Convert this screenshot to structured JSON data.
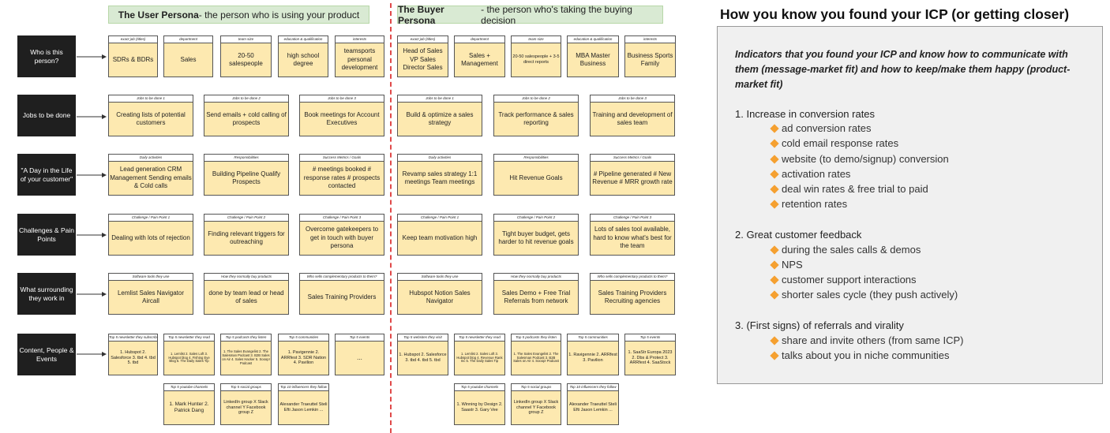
{
  "user_header": {
    "bold": "The User Persona",
    "rest": " - the person who is using your product"
  },
  "buyer_header": {
    "bold": "The Buyer Persona",
    "rest": " - the person who's taking the buying decision"
  },
  "row_labels": [
    "Who is this person?",
    "Jobs to be done",
    "\"A Day in the Life of your customer\"",
    "Challenges & Pain Points",
    "What surrounding they work in",
    "Content, People & Events"
  ],
  "user_cards": {
    "who": [
      {
        "title": "exact job (titles)",
        "text": "SDRs & BDRs"
      },
      {
        "title": "department",
        "text": "Sales"
      },
      {
        "title": "team size",
        "text": "20-50 salespeople"
      },
      {
        "title": "education & qualification",
        "text": "high school degree"
      },
      {
        "title": "interests",
        "text": "teamsports personal development"
      }
    ],
    "jobs": [
      {
        "title": "Jobs to be done 1",
        "text": "Creating lists of potential customers"
      },
      {
        "title": "Jobs to be done 2",
        "text": "Send emails + cold calling of prospects"
      },
      {
        "title": "Jobs to be done 3",
        "text": "Book meetings for Account Executives"
      }
    ],
    "day": [
      {
        "title": "Daily activities",
        "text": "Lead generation CRM Management Sending emails & Cold calls"
      },
      {
        "title": "Responsibilities",
        "text": "Building Pipeline Qualify Prospects"
      },
      {
        "title": "Success Metrics / Goals",
        "text": "# meetings booked # response rates # prospects contacted"
      }
    ],
    "pain": [
      {
        "title": "Challenge / Pain Point 1",
        "text": "Dealing with lots of rejection"
      },
      {
        "title": "Challenge / Pain Point 2",
        "text": "Finding relevant triggers for outreaching"
      },
      {
        "title": "Challenge / Pain Point 3",
        "text": "Overcome gatekeepers to get in touch with buyer persona"
      }
    ],
    "surround": [
      {
        "title": "Software tools they use",
        "text": "Lemlist Sales Navigator Aircall"
      },
      {
        "title": "How they normally buy products",
        "text": "done by team lead or head of sales"
      },
      {
        "title": "Who sells complementary products to them?",
        "text": "Sales Training Providers"
      }
    ],
    "content": [
      {
        "title": "Top 5 newsletter they subscribe",
        "text": "1. Hubspot 2. Salesforce 3. tbd 4. tbd 5. tbd"
      },
      {
        "title": "Top 5 newsletter they read",
        "text": "1. Lemlist 2. Sales Loft 3. Hubspot blog 4. Fishing Eye Blog 5. The Daily Sales Tip"
      },
      {
        "title": "Top 5 podcasts they listen",
        "text": "1. The Sales Evangelist 2. The Salesman Podcast 3. B2B Sales on Air 4. Sales Hacker 5. Sooop! Podcast"
      },
      {
        "title": "Top 5 communities",
        "text": "1. Pavigennie 2. ARRfest 3. SDR Nation 4. Pavilion"
      },
      {
        "title": "Top 5 events",
        "text": "..."
      },
      {
        "title": "Top 5 youtube channels",
        "text": "1. Mark Hunter 2. Patrick Dang"
      },
      {
        "title": "Top 5 social groups",
        "text": "LinkedIn group X Slack channel Y Facebook group Z"
      },
      {
        "title": "Top 10 influencers they follow",
        "text": "Alexander Traeuttel Steli Efti Jason Lemkin ..."
      }
    ]
  },
  "buyer_cards": {
    "who": [
      {
        "title": "exact job (titles)",
        "text": "Head of Sales VP Sales Director Sales"
      },
      {
        "title": "department",
        "text": "Sales + Management"
      },
      {
        "title": "team size",
        "text": "20-50 salespeople + 3-5 direct reports"
      },
      {
        "title": "education & qualification",
        "text": "MBA Master Business"
      },
      {
        "title": "interests",
        "text": "Business Sports Family"
      }
    ],
    "jobs": [
      {
        "title": "Jobs to be done 1",
        "text": "Build & optimize a sales strategy"
      },
      {
        "title": "Jobs to be done 2",
        "text": "Track performance & sales reporting"
      },
      {
        "title": "Jobs to be done 3",
        "text": "Training and development of sales team"
      }
    ],
    "day": [
      {
        "title": "Daily activities",
        "text": "Revamp sales strategy 1:1 meetings Team meetings"
      },
      {
        "title": "Responsibilities",
        "text": "Hit Revenue Goals"
      },
      {
        "title": "Success Metrics / Goals",
        "text": "# Pipeline generated # New Revenue # MRR growth rate"
      }
    ],
    "pain": [
      {
        "title": "Challenge / Pain Point 1",
        "text": "Keep team motivation high"
      },
      {
        "title": "Challenge / Pain Point 2",
        "text": "Tight buyer budget, gets harder to hit revenue goals"
      },
      {
        "title": "Challenge / Pain Point 3",
        "text": "Lots of sales tool available, hard to know what's best for the team"
      }
    ],
    "surround": [
      {
        "title": "Software tools they use",
        "text": "Hubspot Notion Sales Navigator"
      },
      {
        "title": "How they normally buy products",
        "text": "Sales Demo + Free Trial Referrals from network"
      },
      {
        "title": "Who sells complementary products to them?",
        "text": "Sales Training Providers Recruiting agencies"
      }
    ],
    "content": [
      {
        "title": "Top 5 websites they visit",
        "text": "1. Hubspot 2. Salesforce 3. tbd 4. tbd 5. tbd"
      },
      {
        "title": "Top 5 newsletter they read",
        "text": "1. Lemlist 2. Sales Loft 3. Hubspot blog 4. Revenue Rank Inc 5. The Daily Sales Tip"
      },
      {
        "title": "Top 5 podcasts they listen",
        "text": "1. The Sales Evangelist 2. The Salesman Podcast 3. B2B Sales on Air 4. Sooop! Podcast"
      },
      {
        "title": "Top 5 communities",
        "text": "1. Ravigennie 2. ARRfest 3. Pavilion"
      },
      {
        "title": "Top 5 events",
        "text": "1. SaaStr Europa 2023 2. Dbs & Protect 3. ARRfest 4. SaaStock"
      },
      {
        "title": "Top 5 youtube channels",
        "text": "1. Winning by Design 2. Saastr 3. Gary Vee"
      },
      {
        "title": "Top 5 social groups",
        "text": "LinkedIn group X Slack channel Y Facebook group Z"
      },
      {
        "title": "Top 10 influencers they follow",
        "text": "Alexander Traeuttel Steli Efti Jason Lemkin ..."
      }
    ]
  },
  "icp": {
    "title": "How you know you found your ICP (or getting closer)",
    "intro": "Indicators that you found your ICP and know how to communicate with them (message-market fit) and how to keep/make them happy (product-market fit)",
    "sections": [
      {
        "heading": "1. Increase in conversion rates",
        "items": [
          "ad conversion rates",
          "cold email response rates",
          "website (to demo/signup) conversion",
          "activation rates",
          "deal win rates & free trial to paid",
          "retention rates"
        ]
      },
      {
        "heading": "2. Great customer feedback",
        "items": [
          "during the sales calls & demos",
          "NPS",
          "customer support interactions",
          "shorter sales cycle (they push actively)"
        ]
      },
      {
        "heading": "3. (First signs) of referrals and virality",
        "items": [
          "share and invite others (from same ICP)",
          "talks about you in niche communities"
        ]
      }
    ],
    "bullet_color": "#f5a030"
  }
}
